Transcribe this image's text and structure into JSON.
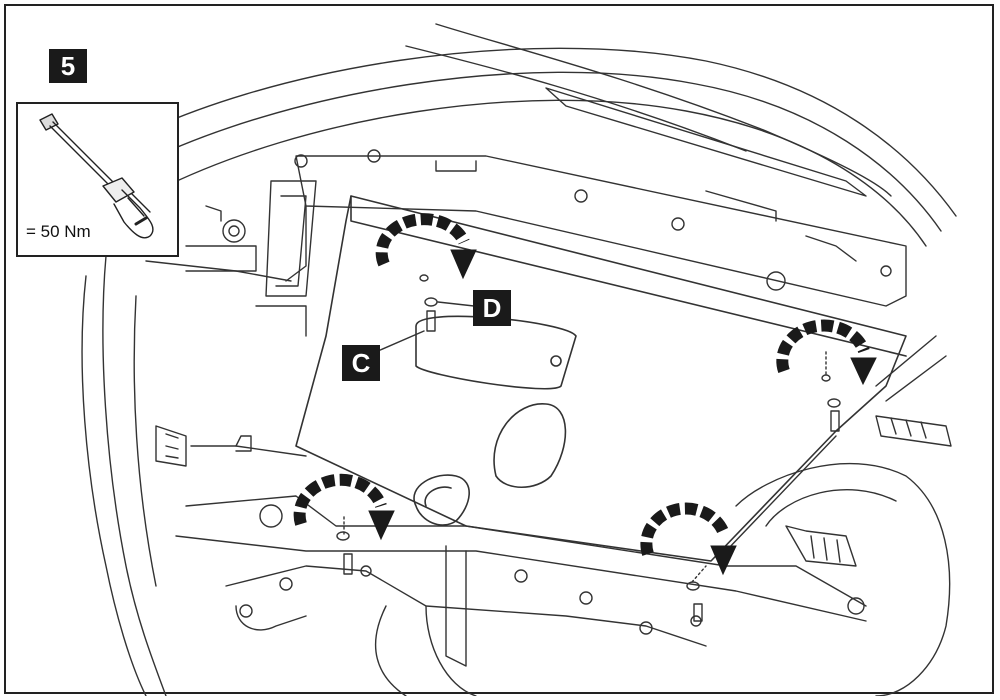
{
  "step": {
    "number": "5"
  },
  "inset": {
    "torque_label": "= 50 Nm",
    "tool_icon": "torque-wrench-icon"
  },
  "callouts": {
    "c": "C",
    "d": "D"
  },
  "colors": {
    "ink": "#1a1a1a",
    "line": "#333333",
    "background": "#ffffff"
  }
}
